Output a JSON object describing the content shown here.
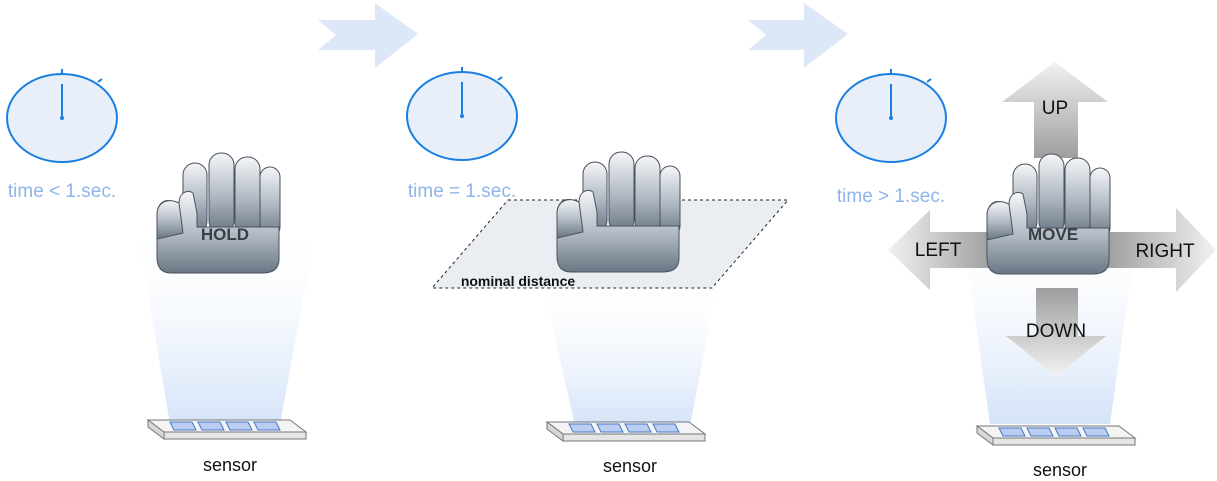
{
  "panels": [
    {
      "time_label": "time < 1.sec.",
      "hand_label": "HOLD",
      "sensor_label": "sensor"
    },
    {
      "time_label": "time = 1.sec.",
      "hand_label": "",
      "sensor_label": "sensor",
      "plane_label": "nominal distance"
    },
    {
      "time_label": "time > 1.sec.",
      "hand_label": "MOVE",
      "sensor_label": "sensor"
    }
  ],
  "directions": {
    "up": "UP",
    "down": "DOWN",
    "left": "LEFT",
    "right": "RIGHT"
  },
  "colors": {
    "stopwatch_stroke": "#1a7fe0",
    "stopwatch_fill": "#e6eef8",
    "time_text": "#8fb4e8",
    "flow_arrow": "#dce8f8",
    "beam": "#d9e6f8",
    "hand_top": "#f4f5f7",
    "hand_bottom": "#6c7886",
    "direction_arrow": "#b5b5b5"
  },
  "icons": [
    "stopwatch-icon",
    "hand-icon",
    "sensor-icon",
    "flow-arrow-icon",
    "direction-arrow-icon"
  ]
}
